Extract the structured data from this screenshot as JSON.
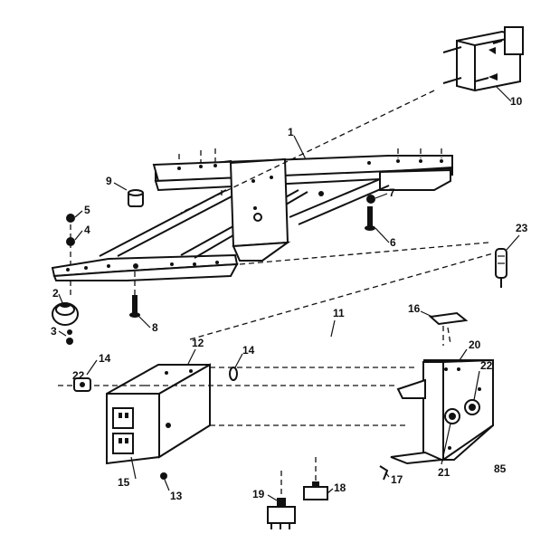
{
  "diagram": {
    "callouts": [
      {
        "id": "c1",
        "text": "1"
      },
      {
        "id": "c2",
        "text": "2"
      },
      {
        "id": "c3",
        "text": "3"
      },
      {
        "id": "c4",
        "text": "4"
      },
      {
        "id": "c5",
        "text": "5"
      },
      {
        "id": "c6",
        "text": "6"
      },
      {
        "id": "c7",
        "text": "7"
      },
      {
        "id": "c8",
        "text": "8"
      },
      {
        "id": "c9",
        "text": "9"
      },
      {
        "id": "c10",
        "text": "10"
      },
      {
        "id": "c11",
        "text": "11"
      },
      {
        "id": "c12",
        "text": "12"
      },
      {
        "id": "c13",
        "text": "13"
      },
      {
        "id": "c14a",
        "text": "14"
      },
      {
        "id": "c14b",
        "text": "14"
      },
      {
        "id": "c15",
        "text": "15"
      },
      {
        "id": "c16",
        "text": "16"
      },
      {
        "id": "c17",
        "text": "17"
      },
      {
        "id": "c18",
        "text": "18"
      },
      {
        "id": "c19",
        "text": "19"
      },
      {
        "id": "c20",
        "text": "20"
      },
      {
        "id": "c21",
        "text": "21"
      },
      {
        "id": "c22a",
        "text": "22"
      },
      {
        "id": "c22b",
        "text": "22"
      },
      {
        "id": "c23",
        "text": "23"
      }
    ],
    "page_code": "85"
  }
}
